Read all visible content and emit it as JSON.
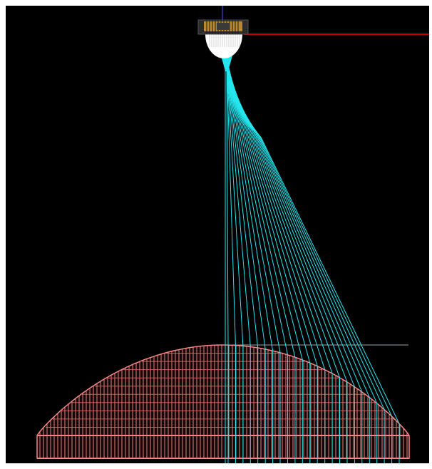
{
  "scene": {
    "colors": {
      "background": "#000000",
      "frame": "#ffffff",
      "rays": "#25e6ee",
      "lens": "#f48585",
      "lensDark": "#e06b6b",
      "housingGold": "#d39a2f",
      "housingDark": "#2c2c2c",
      "axisRed": "#c40000",
      "axisBlue": "#4c55ff",
      "axisGray": "#9aa3aa",
      "dome": "#ffffff"
    },
    "elements": {
      "led": "led-source",
      "rays": "ray-fan",
      "lens": "lens-wireframe",
      "axes": "coordinate-axes"
    },
    "rayCount": 24
  }
}
